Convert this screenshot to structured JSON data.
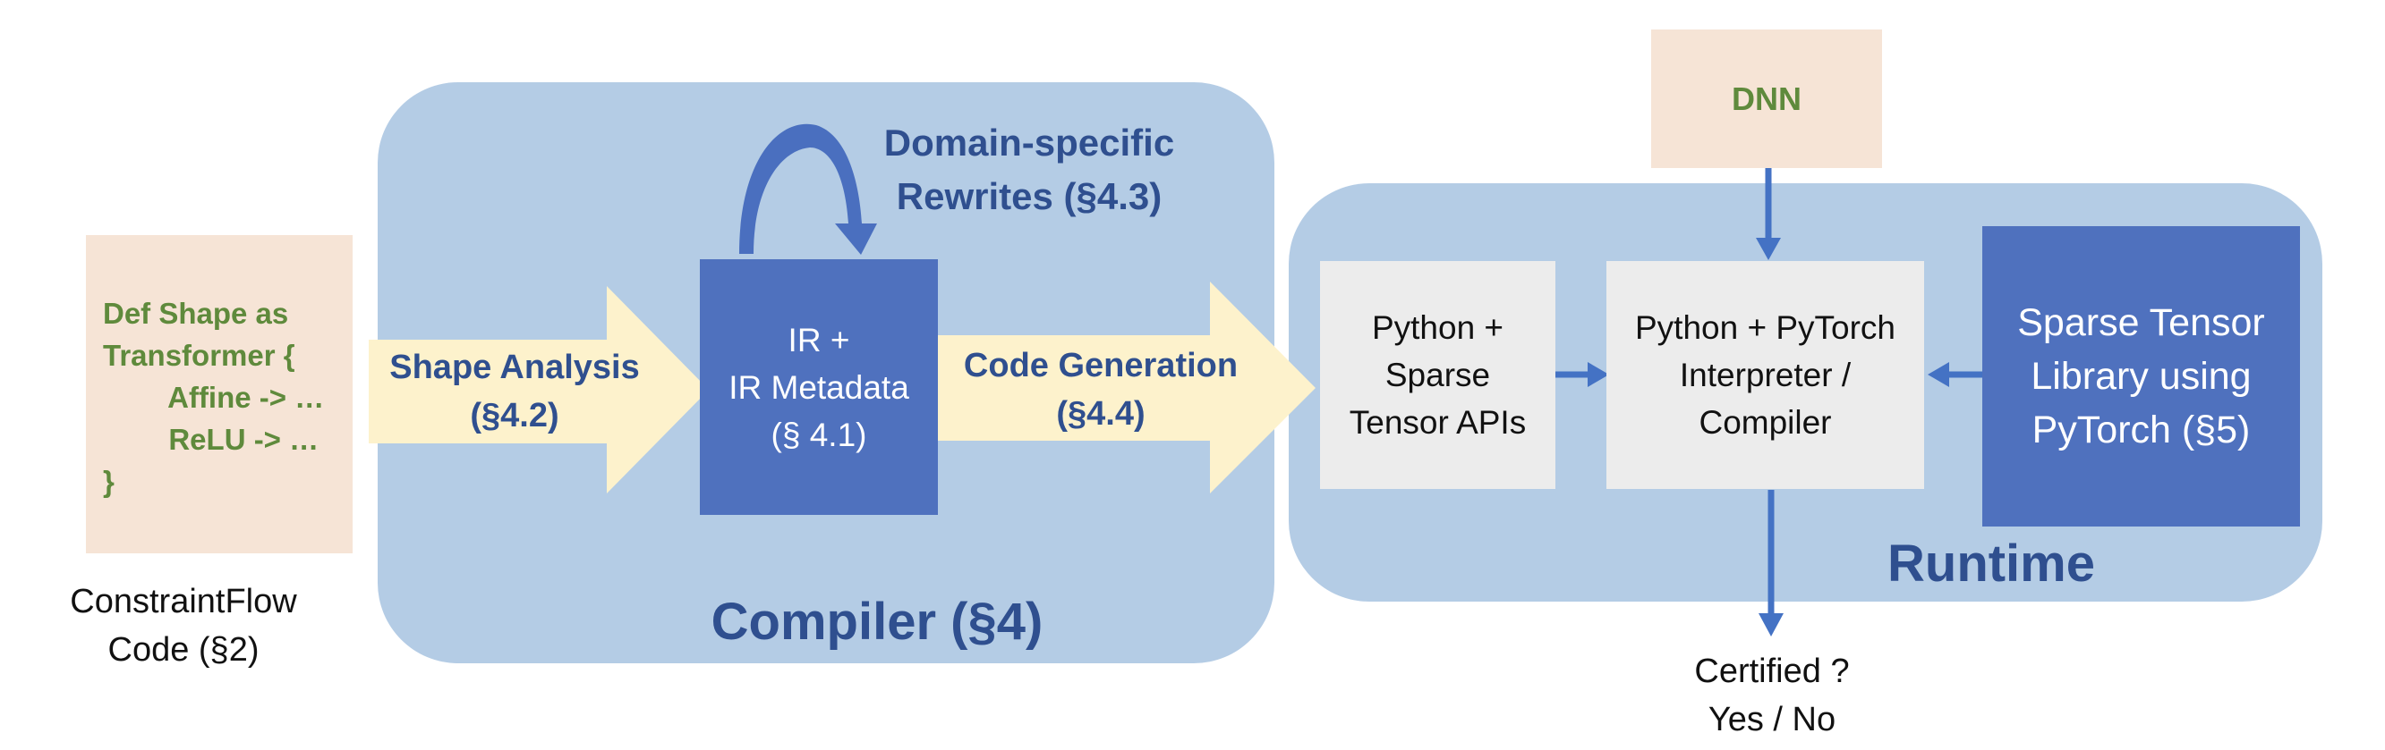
{
  "source": {
    "code_lines": [
      "Def Shape as",
      "Transformer {",
      "        Affine -> …",
      "        ReLU -> …",
      "}"
    ],
    "caption": "ConstraintFlow\nCode (§2)"
  },
  "compiler": {
    "title": "Compiler (§4)",
    "shape_analysis": "Shape Analysis\n(§4.2)",
    "ir_box": "IR +\nIR Metadata\n(§ 4.1)",
    "rewrites": "Domain-specific\nRewrites (§4.3)",
    "code_generation": "Code Generation\n(§4.4)"
  },
  "runtime": {
    "title": "Runtime",
    "dnn": "DNN",
    "python_sparse": "Python +\nSparse\nTensor APIs",
    "interpreter": "Python + PyTorch\nInterpreter /\nCompiler",
    "sparse_library": "Sparse Tensor\nLibrary using\nPyTorch (§5)",
    "output": "Certified ?\nYes / No"
  },
  "colors": {
    "panel": "#b4cce5",
    "dark_box": "#4f71be",
    "light_box": "#ececec",
    "peach": "#f6e4d6",
    "arrow_cream": "#fdf2cc",
    "green_text": "#5f8a3c",
    "title_blue": "#2f4f8f",
    "connector": "#4472c4"
  }
}
